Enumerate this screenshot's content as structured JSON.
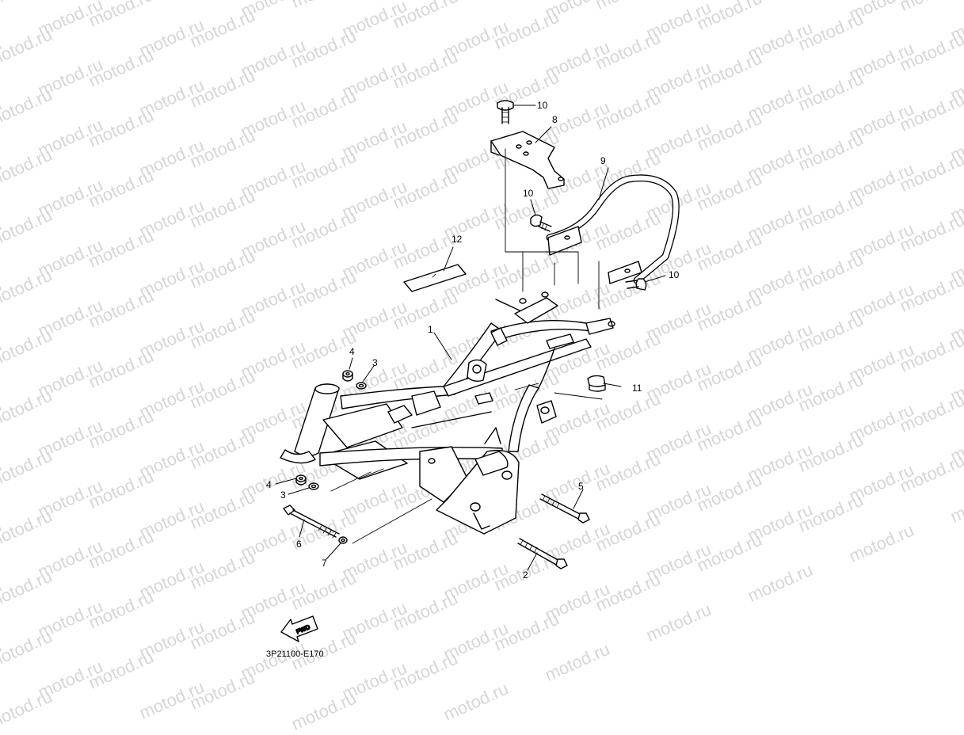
{
  "watermark": "motod.ru",
  "diagram_code": "3P21100-E170",
  "fwd_label": "FWD",
  "callouts": [
    "1",
    "2",
    "3",
    "3",
    "4",
    "4",
    "5",
    "6",
    "7",
    "8",
    "9",
    "10",
    "10",
    "10",
    "11",
    "12"
  ]
}
